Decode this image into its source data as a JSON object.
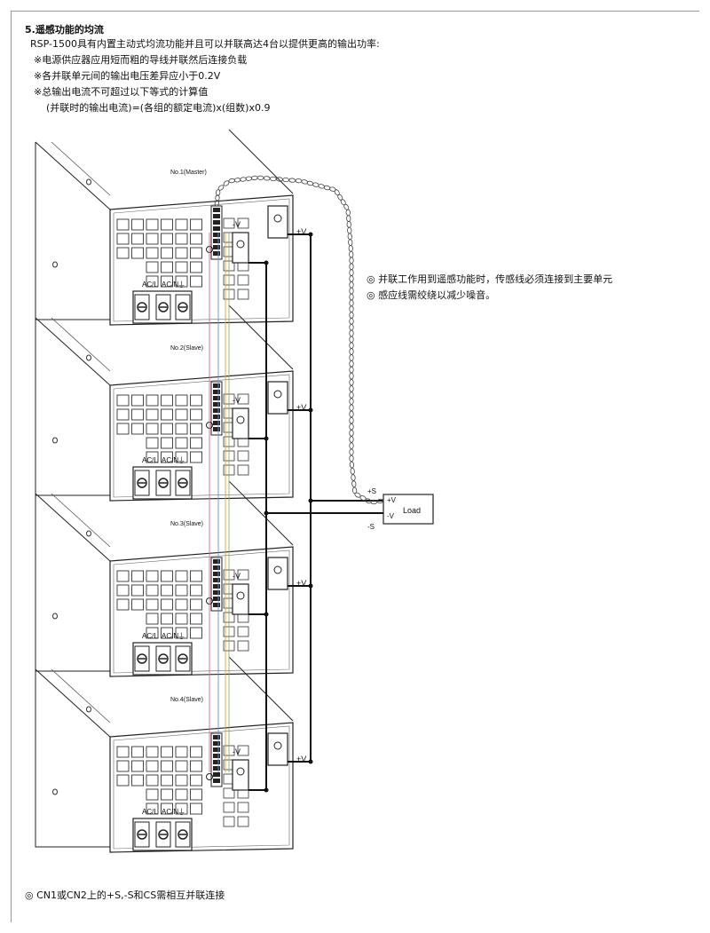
{
  "header": {
    "section": "5.遥感功能的均流",
    "lead": "RSP-1500具有内置主动式均流功能并且可以并联高达4台以提供更高的输出功率:",
    "rules": [
      "※电源供应器应用短而粗的导线并联然后连接负载",
      "※各并联单元间的输出电压差异应小于0.2V",
      "※总输出电流不可超过以下等式的计算值"
    ],
    "formula": "(并联时的输出电流)=(各组的额定电流)x(组数)x0.9"
  },
  "units": [
    {
      "label": "No.1(Master)"
    },
    {
      "label": "No.2(Slave)"
    },
    {
      "label": "No.3(Slave)"
    },
    {
      "label": "No.4(Slave)"
    }
  ],
  "unit_text": {
    "neg": "-V",
    "pos": "+V",
    "acl": "AC/L",
    "acn": "AC/N",
    "gnd": "⏚"
  },
  "load": {
    "label": "Load",
    "plus_v": "+V",
    "minus_v": "-V",
    "plus_s": "+S",
    "minus_s": "-S"
  },
  "notes": [
    "◎ 并联工作用到遥感功能时，传感线必须连接到主要单元",
    "◎ 感应线需绞绕以减少噪音。"
  ],
  "footer": "◎ CN1或CN2上的+S,-S和CS需相互并联连接"
}
